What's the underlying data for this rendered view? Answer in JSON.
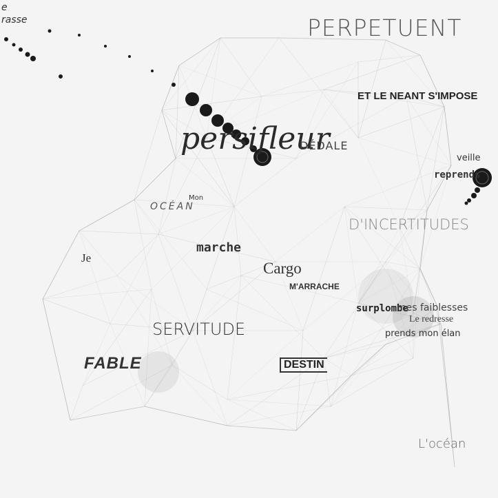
{
  "words": {
    "perpetuent": "PERPETUENT",
    "neant": "ET LE NEANT S'IMPOSE",
    "persifleur": "persifleur",
    "dedale": "DÉDALE",
    "veille": "veille",
    "reprends": "reprends",
    "mon": "Mon",
    "ocean_small": "OCÉAN",
    "incertitudes": "D'INCERTITUDES",
    "je": "Je",
    "marche": "marche",
    "cargo": "Cargo",
    "marrache": "M'ARRACHE",
    "surplombe": "surplombe",
    "faiblesses": "mes faiblesses",
    "redresse": "Le redresse",
    "elan": "prends mon élan",
    "servitude": "SERVITUDE",
    "fable": "FABLE",
    "destin": "DESTIN",
    "ocean": "L'océan",
    "embrasse_a": "e",
    "embrasse_b": "rasse"
  },
  "colors": {
    "background": "#f4f4f4",
    "ink": "#333333",
    "dot": "#1a1a1a",
    "mesh": "#9a9a9a"
  }
}
